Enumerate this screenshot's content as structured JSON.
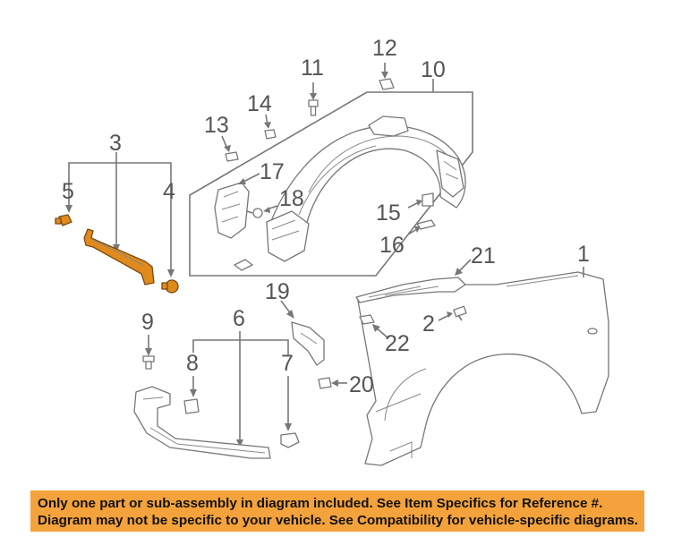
{
  "callouts": {
    "c1": "1",
    "c2": "2",
    "c3": "3",
    "c4": "4",
    "c5": "5",
    "c6": "6",
    "c7": "7",
    "c8": "8",
    "c9": "9",
    "c10": "10",
    "c11": "11",
    "c12": "12",
    "c13": "13",
    "c14": "14",
    "c15": "15",
    "c16": "16",
    "c17": "17",
    "c18": "18",
    "c19": "19",
    "c20": "20",
    "c21": "21",
    "c22": "22"
  },
  "notice": {
    "line1": "Only one part or sub-assembly in diagram included. See Item Specifics for Reference #.",
    "line2": "Diagram may not be specific to your vehicle. See Compatibility for vehicle-specific diagrams."
  },
  "colors": {
    "highlight": "#e08a1c",
    "notice_background": "#f4a23c",
    "line": "#777777"
  }
}
